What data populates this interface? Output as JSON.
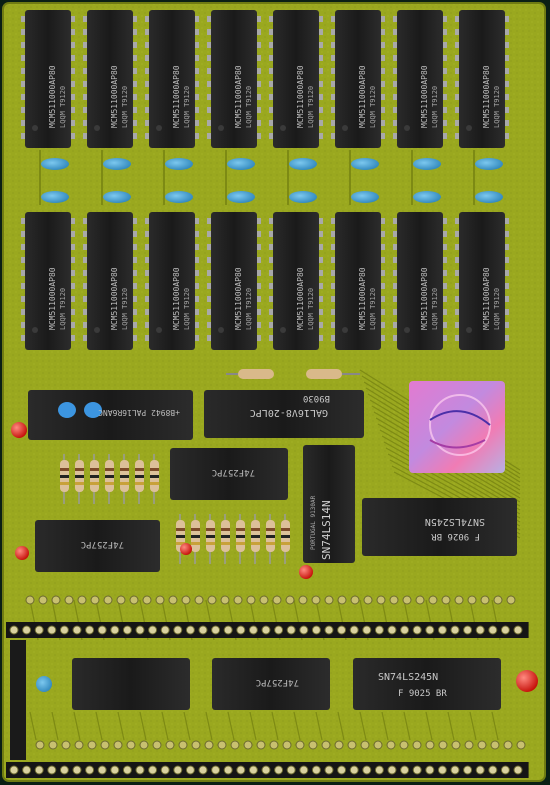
{
  "image": {
    "subject": "Memory expansion circuit board (PCB) with DRAM chips, logic ICs, resistors and capacitors",
    "board_color": "#9aa81f",
    "accent_colors": {
      "chip": "#1f1f1f",
      "capacitor": "#3fa3d8",
      "led_red": "#e11b0f",
      "hologram": "#e070c7"
    },
    "ram_chips": {
      "top_row_count": 8,
      "bottom_row_count": 8,
      "labels": [
        "MCM511000AP80",
        "MCM511000AP80",
        "MCM511000AP80",
        "MCM511000AP80",
        "MCM511000AP80",
        "MCM511000AP80",
        "MCM511000AP80",
        "MCM511000AP80",
        "MCM511000AP80",
        "MCM511000AP80",
        "MCM511000AP80",
        "MCM511000AP80",
        "MCM511000AP80",
        "MCM511000AP80",
        "MCM511000AP80",
        "MCM511000AP80"
      ],
      "date_code": "LQQM T9120"
    },
    "logic_chips": {
      "pal": "+B8942 PAL16R6ANC",
      "gal": "GAL16V8-20LPC",
      "gal_code": "B9030",
      "ls14": "SN74LS14N",
      "ls14_note": "PORTUGAL 9130AR",
      "f257_a": "74F257PC",
      "f257_b": "74F257PC",
      "ls245_mark": "F 9026 BR",
      "ls245": "SN74LS245N",
      "ls245_b_mark": "F 9025 BR",
      "ls245_b": "SN74LS245N",
      "ls373": "74F257PC"
    },
    "connectors": {
      "pin_rows": 3
    }
  }
}
